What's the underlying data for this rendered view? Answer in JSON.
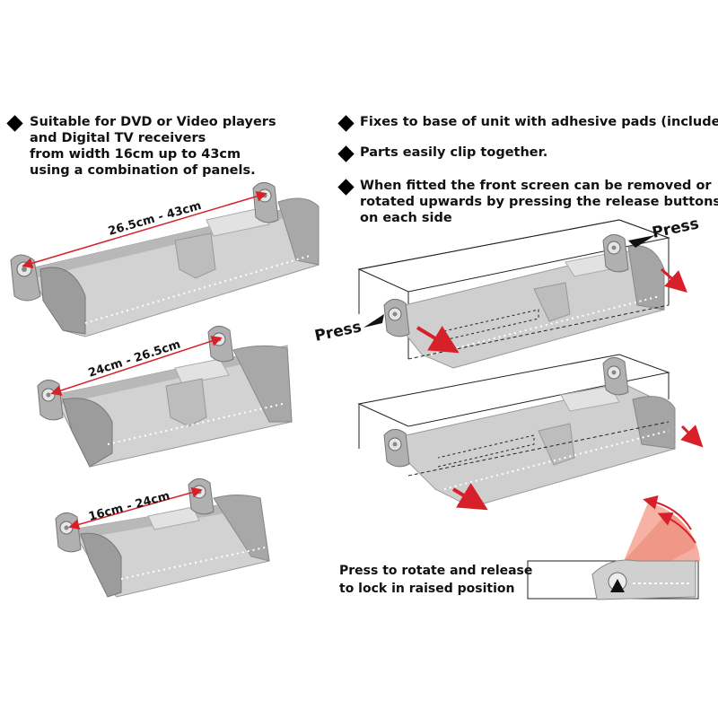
{
  "left_feature": {
    "lines": [
      "Suitable for DVD or Video players",
      "and Digital TV receivers",
      "from width 16cm up to 43cm",
      "using a combination of panels."
    ]
  },
  "right_features": [
    {
      "lines": [
        "Fixes to base of unit with adhesive pads (included)."
      ]
    },
    {
      "lines": [
        "Parts easily clip together."
      ]
    },
    {
      "lines": [
        "When fitted the front screen can be removed or",
        "rotated upwards by pressing the release buttons",
        "on each side"
      ]
    }
  ],
  "dimensions": {
    "large": "26.5cm - 43cm",
    "medium": "24cm - 26.5cm",
    "small": "16cm - 24cm"
  },
  "press_labels": {
    "right": "Press",
    "left": "Press"
  },
  "rotate_caption": {
    "lines": [
      "Press to rotate and release",
      "to lock in raised position"
    ]
  },
  "colors": {
    "panel": "#c9c9c9",
    "panel_dark": "#8f8f8f",
    "arrow_red": "#d8202a",
    "rotate_fill": "#f4a494"
  }
}
